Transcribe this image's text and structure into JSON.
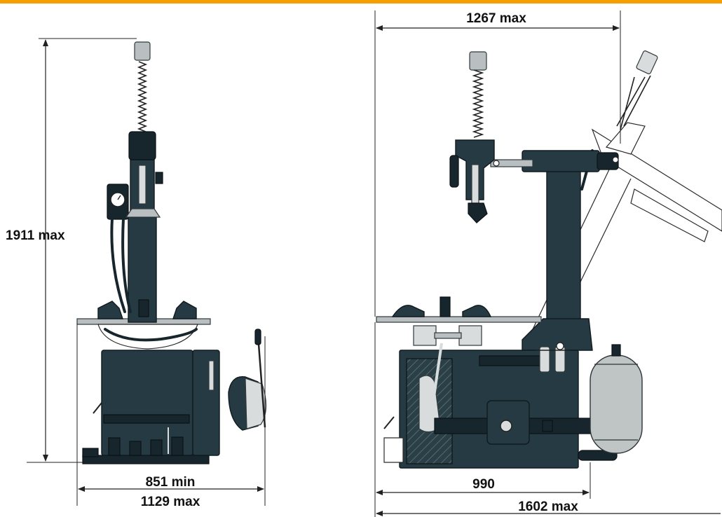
{
  "accent_color": "#f5a000",
  "machine_color": "#253a42",
  "dimensions": {
    "front_height": "1911 max",
    "front_width_min": "851 min",
    "front_width_max": "1129 max",
    "side_top_width": "1267 max",
    "side_base_width": "990",
    "side_total_width": "1602 max"
  }
}
